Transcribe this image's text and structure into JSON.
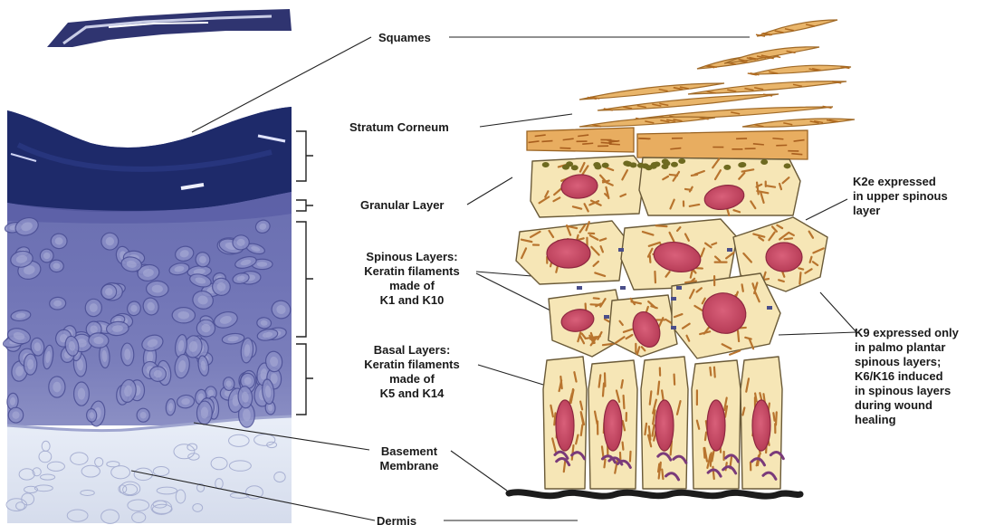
{
  "labels": {
    "squames": "Squames",
    "stratum_corneum": "Stratum Corneum",
    "granular_layer": "Granular Layer",
    "spinous": [
      "Spinous Layers:",
      "Keratin filaments",
      "made of",
      "K1 and K10"
    ],
    "basal": [
      "Basal Layers:",
      "Keratin filaments",
      "made of",
      "K5 and K14"
    ],
    "basement": [
      "Basement",
      "Membrane"
    ],
    "dermis": "Dermis",
    "k2e": [
      "K2e expressed",
      "in upper spinous",
      "layer"
    ],
    "k9": [
      "K9 expressed only",
      "in palmo plantar",
      "spinous layers;",
      "K6/K16 induced",
      "in spinous layers",
      "during wound",
      "healing"
    ]
  },
  "colors": {
    "micrograph_tissue": "#6f72b4",
    "stratum_dark": "#1e2a6a",
    "dermis": "#dfe6f2",
    "cell_fill": "#f6e6b6",
    "nucleus": "#c8475f",
    "filament": "#b8742e",
    "granule": "#6e6a20",
    "basement_membrane": "#1c1c1c"
  }
}
